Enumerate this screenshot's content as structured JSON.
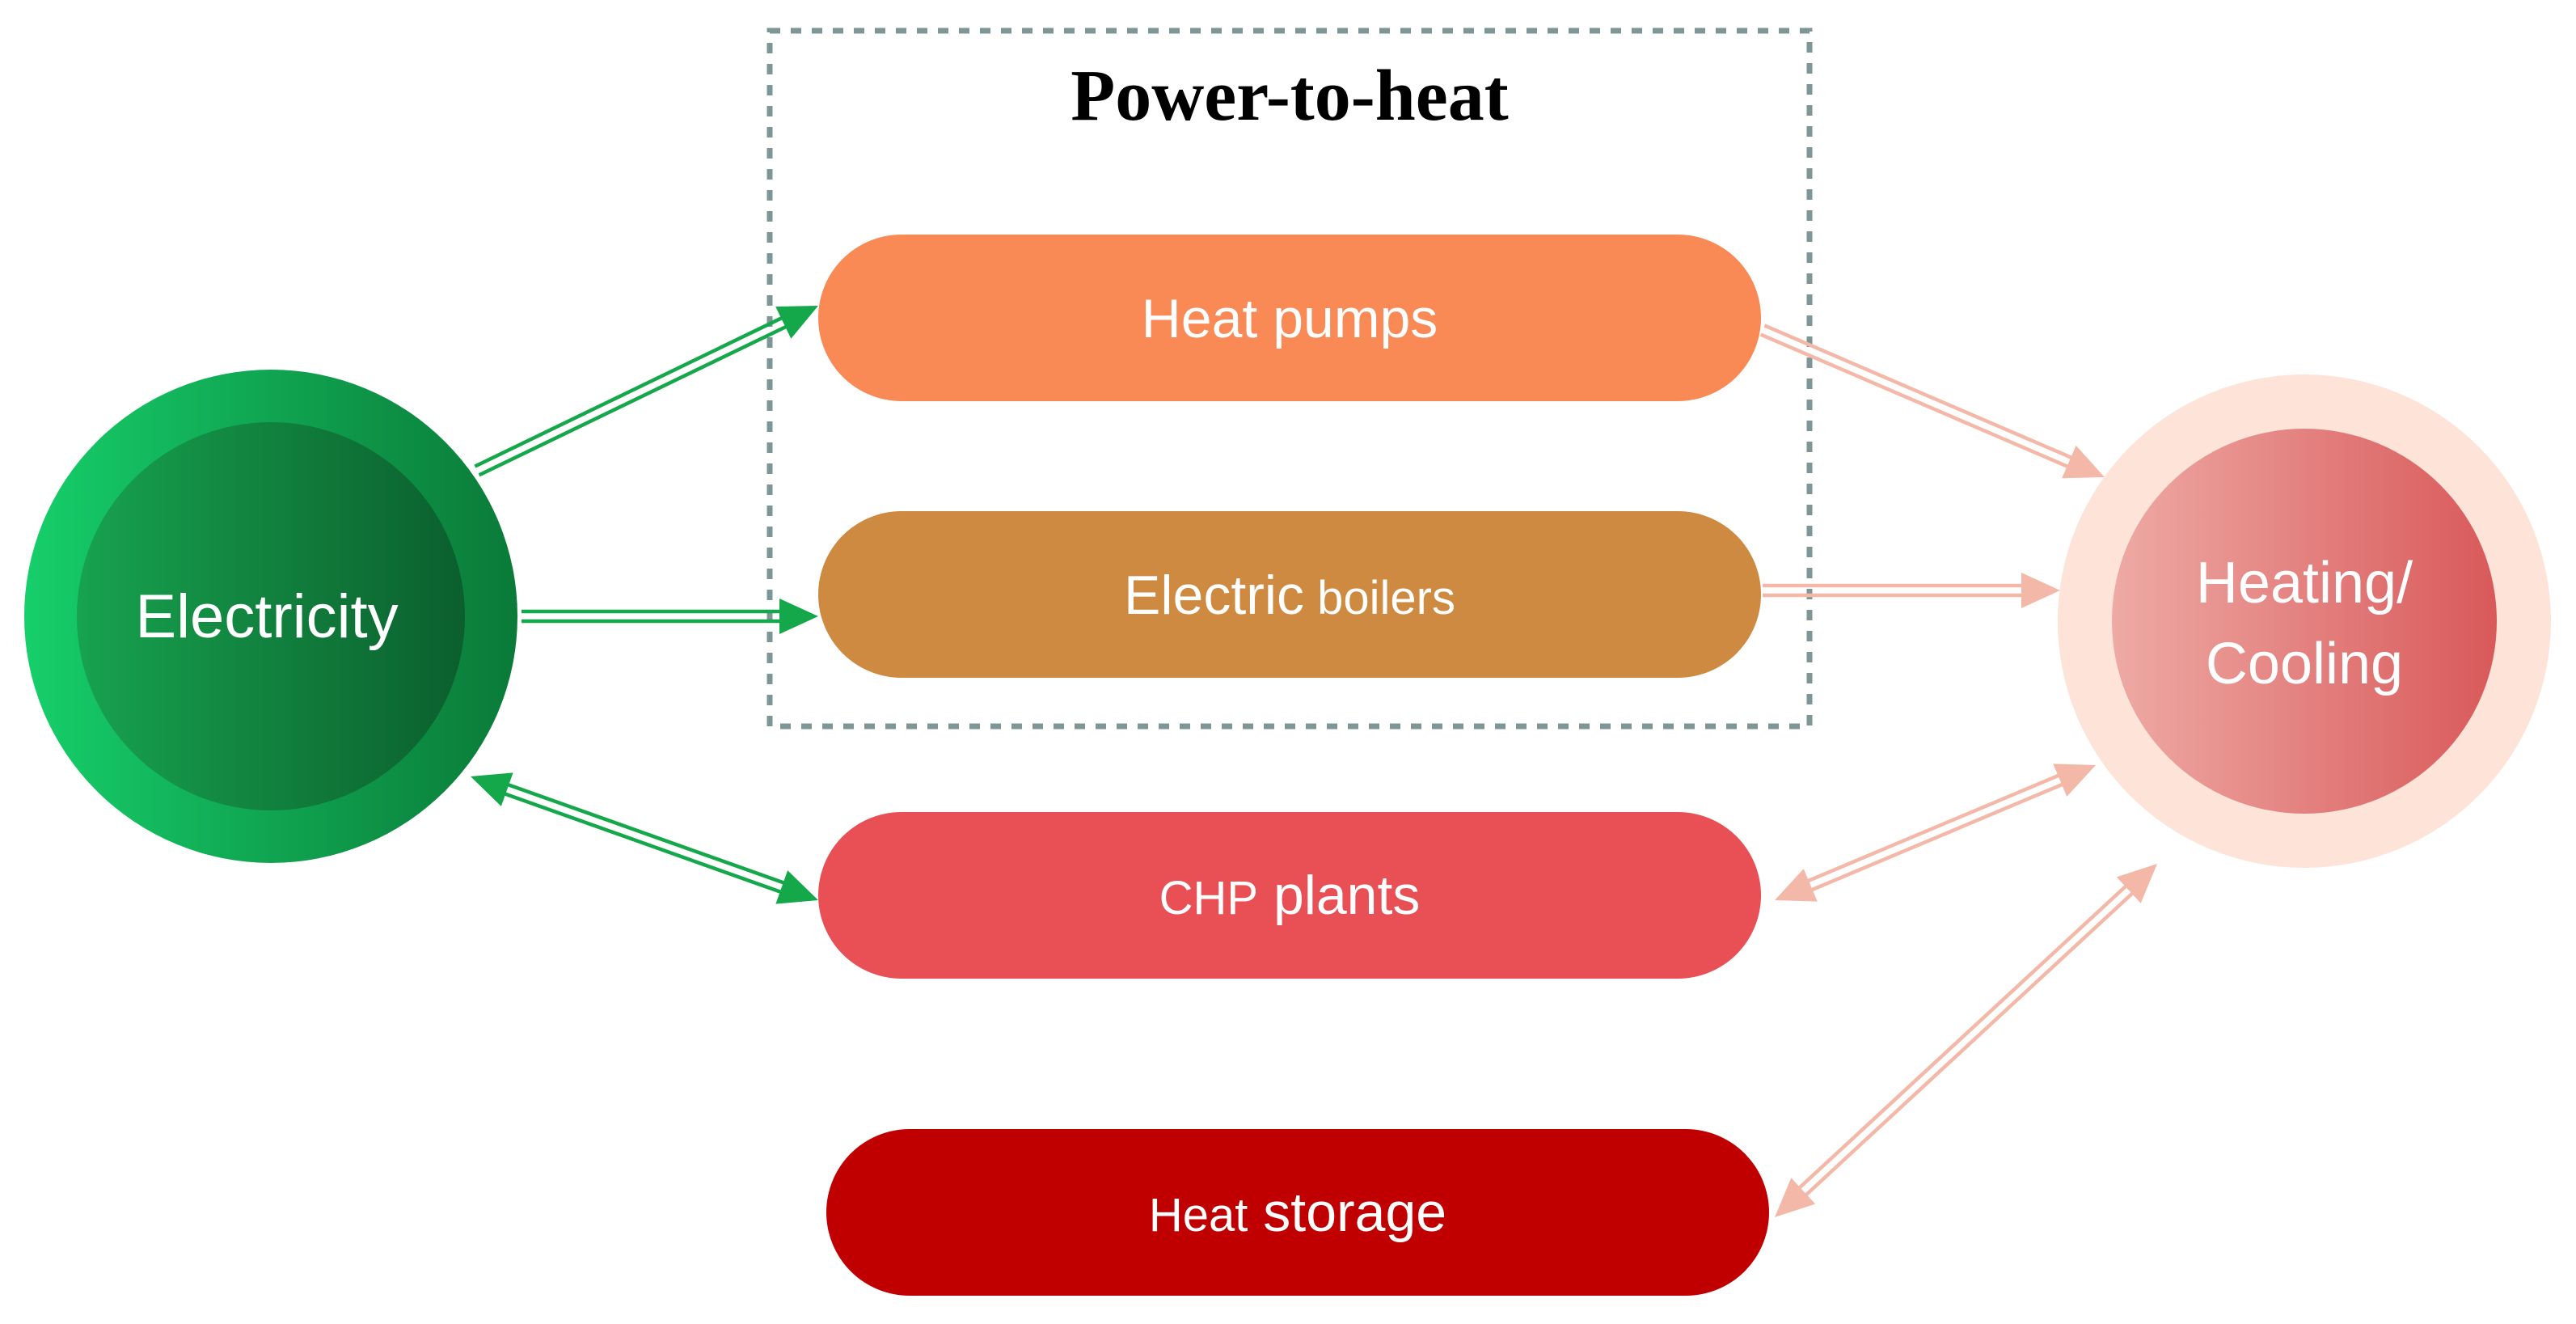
{
  "group": {
    "title": "Power-to-heat",
    "border_color": "#7f9696"
  },
  "electricity": {
    "label": "Electricity",
    "outer_color_light": "#16cf6a",
    "outer_color_dark": "#0a7a38",
    "inner_color_light": "#17a34f",
    "inner_color_dark": "#0b5f2d"
  },
  "heating": {
    "label_line1": "Heating/",
    "label_line2": "Cooling",
    "halo_color": "#fde3d8",
    "inner_color_light": "#eeaaa5",
    "inner_color_dark": "#d9595a"
  },
  "technologies": [
    {
      "id": "heat-pumps",
      "label_part1": "Heat pumps",
      "label_part2": "",
      "color": "#f98955"
    },
    {
      "id": "electric-boilers",
      "label_part1": "Electric",
      "label_part2": " boilers",
      "color": "#cd8a40"
    },
    {
      "id": "chp-plants",
      "label_part1": "CHP",
      "label_part2": " plants",
      "color": "#e85055"
    },
    {
      "id": "heat-storage",
      "label_part1": "Heat",
      "label_part2": " storage",
      "color": "#c00000"
    }
  ],
  "arrow_colors": {
    "electric": "#14a84a",
    "heat": "#f4b8a8"
  }
}
